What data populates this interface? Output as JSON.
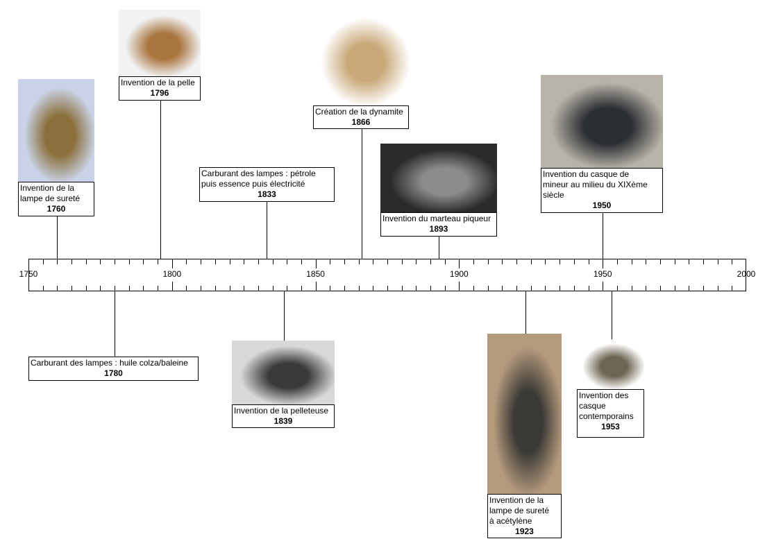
{
  "axis": {
    "start": 1750,
    "end": 2000,
    "labels": [
      "1750",
      "1800",
      "1850",
      "1900",
      "1950",
      "2000"
    ]
  },
  "events": [
    {
      "year": 1760,
      "title": "Invention de la lampe de sureté",
      "lines": [
        "Invention de la",
        "lampe de sureté"
      ],
      "year_label": "1760",
      "image": "safety-lamp-photo",
      "colors": [
        "#c9d2e6",
        "#8a6f3b"
      ]
    },
    {
      "year": 1796,
      "title": "Invention de la pelle",
      "lines": [
        "Invention de la pelle"
      ],
      "year_label": "1796",
      "image": "shovels-photo",
      "colors": [
        "#f2f2f2",
        "#a8753f"
      ]
    },
    {
      "year": 1833,
      "title": "Carburant des lampes : pétrole puis essence puis électricité",
      "lines": [
        "Carburant des lampes : pétrole",
        "puis essence puis électricité"
      ],
      "year_label": "1833",
      "image": null
    },
    {
      "year": 1866,
      "title": "Création de la dynamite",
      "lines": [
        "Création de la dynamite"
      ],
      "year_label": "1866",
      "image": "dynamite-photo",
      "colors": [
        "#ffffff",
        "#c9a97a"
      ]
    },
    {
      "year": 1893,
      "title": "Invention du marteau piqueur",
      "lines": [
        "Invention du marteau piqueur"
      ],
      "year_label": "1893",
      "image": "jackhammer-miner-photo",
      "colors": [
        "#2a2a2a",
        "#8c8c8c"
      ]
    },
    {
      "year": 1950,
      "title": "Invention du casque de mineur au milieu du XIXème siècle",
      "lines": [
        "Invention du casque de",
        "mineur au milieu du XIXème",
        "siècle"
      ],
      "year_label": "1950",
      "image": "miner-helmet-photo",
      "colors": [
        "#b8b3a8",
        "#2b2e33"
      ]
    },
    {
      "year": 1780,
      "title": "Carburant des lampes : huile colza/baleine",
      "lines": [
        "Carburant des lampes : huile colza/baleine"
      ],
      "year_label": "1780",
      "image": null
    },
    {
      "year": 1839,
      "title": "Invention de la pelleteuse",
      "lines": [
        "Invention de la pelleteuse"
      ],
      "year_label": "1839",
      "image": "excavator-photo",
      "colors": [
        "#d8d8d8",
        "#3a3a3a"
      ]
    },
    {
      "year": 1923,
      "title": "Invention de la lampe de sureté à acétylène",
      "lines": [
        "Invention de la",
        "lampe de sureté",
        "à acétylène"
      ],
      "year_label": "1923",
      "image": "acetylene-lamp-photo",
      "colors": [
        "#b49a7c",
        "#3b3a36"
      ]
    },
    {
      "year": 1953,
      "title": "Invention des casque contemporains",
      "lines": [
        "Invention des",
        "casque",
        "contemporains"
      ],
      "year_label": "1953",
      "image": "modern-helmet-photo",
      "colors": [
        "#ffffff",
        "#6e6552"
      ]
    }
  ]
}
